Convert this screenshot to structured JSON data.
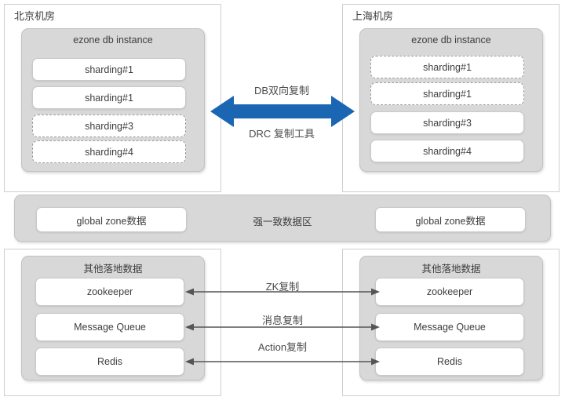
{
  "colors": {
    "arrow_blue": "#1a66b3",
    "group_grey": "#d8d8d8",
    "panel_border": "#cfcfcf",
    "line_grey": "#555555",
    "text": "#3d3d3d"
  },
  "left_datacenter": {
    "title": "北京机房",
    "db_group": {
      "title": "ezone db instance",
      "items": [
        {
          "label": "sharding#1",
          "style": "solid"
        },
        {
          "label": "sharding#1",
          "style": "solid"
        },
        {
          "label": "sharding#3",
          "style": "dashed"
        },
        {
          "label": "sharding#4",
          "style": "dashed"
        }
      ]
    },
    "other_group": {
      "title": "其他落地数据",
      "items": [
        {
          "label": "zookeeper",
          "style": "solid"
        },
        {
          "label": "Message Queue",
          "style": "solid"
        },
        {
          "label": "Redis",
          "style": "solid"
        }
      ]
    },
    "global_zone": {
      "label": "global zone数据"
    }
  },
  "right_datacenter": {
    "title": "上海机房",
    "db_group": {
      "title": "ezone db instance",
      "items": [
        {
          "label": "sharding#1",
          "style": "dashed"
        },
        {
          "label": "sharding#1",
          "style": "dashed"
        },
        {
          "label": "sharding#3",
          "style": "solid"
        },
        {
          "label": "sharding#4",
          "style": "solid"
        }
      ]
    },
    "other_group": {
      "title": "其他落地数据",
      "items": [
        {
          "label": "zookeeper",
          "style": "solid"
        },
        {
          "label": "Message Queue",
          "style": "solid"
        },
        {
          "label": "Redis",
          "style": "solid"
        }
      ]
    },
    "global_zone": {
      "label": "global zone数据"
    }
  },
  "center": {
    "db_arrow_top_label": "DB双向复制",
    "db_arrow_bottom_label": "DRC 复制工具",
    "consistency_band_label": "强一致数据区",
    "replication_arrows": [
      {
        "label": "ZK复制"
      },
      {
        "label": "消息复制"
      },
      {
        "label": "Action复制"
      }
    ]
  }
}
